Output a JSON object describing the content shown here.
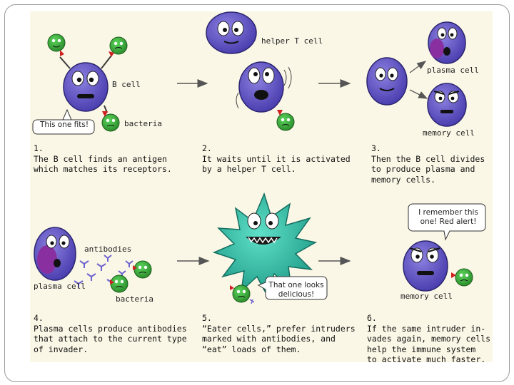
{
  "labels": {
    "helper_t_cell": "helper T cell",
    "b_cell": "B cell",
    "bacteria_1": "bacteria",
    "plasma_cell_3": "plasma cell",
    "memory_cell_3": "memory cell",
    "antibodies": "antibodies",
    "plasma_cell_4": "plasma cell",
    "bacteria_4": "bacteria",
    "memory_cell_6": "memory cell"
  },
  "bubbles": {
    "b1": "This one fits!",
    "b5": "That one looks\ndelicious!",
    "b6": "I remember this\none! Red alert!"
  },
  "captions": {
    "c1": "1.\nThe B cell finds an antigen\nwhich matches its receptors.",
    "c2": "2.\nIt waits until it is activated\nby a helper T cell.",
    "c3": "3.\nThen the B cell divides\nto produce plasma and\nmemory cells.",
    "c4": "4.\nPlasma cells produce antibodies\nthat attach to the current type\nof invader.",
    "c5": "5.\n“Eater cells,” prefer intruders\nmarked with antibodies, and\n“eat” loads of them.",
    "c6": "6.\nIf the same intruder in-\nvades again, memory cells\nhelp the immune system\nto activate much faster."
  },
  "colors": {
    "cell": "#6a5cc8",
    "plasma_nucleus": "#8a2fa0",
    "bacteria": "#3cab3c",
    "receptor_red": "#d02020",
    "eater": "#2fb7a0",
    "panel_bg": "#fbf7e6"
  }
}
